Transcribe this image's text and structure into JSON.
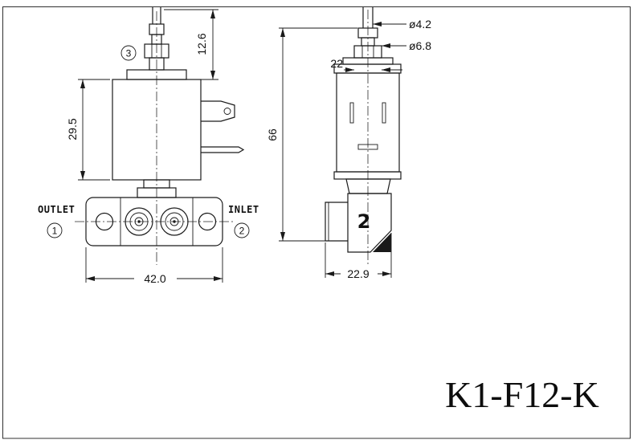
{
  "title": "K1-F12-K",
  "labels": {
    "outlet": "OUTLET",
    "inlet": "INLET",
    "callout_outlet": "1",
    "callout_inlet": "2",
    "callout_stem": "3",
    "connector_marking": "2"
  },
  "dimensions": {
    "stem_height": "12.6",
    "coil_height": "29.5",
    "base_width": "42.0",
    "rod_diameter": "ø4.2",
    "nut_diameter": "ø6.8",
    "top_width": "22",
    "overall_height": "66",
    "connector_width": "22.9"
  },
  "colors": {
    "line": "#1a1a1a",
    "background": "#ffffff"
  }
}
